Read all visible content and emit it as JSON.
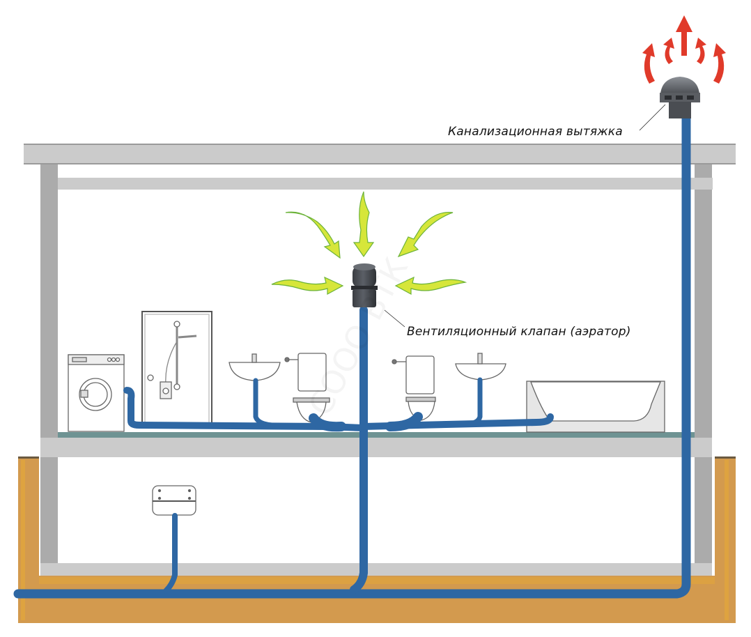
{
  "diagram": {
    "title": "Sewer ventilation scheme",
    "labels": {
      "roof_exhaust": "Канализационная вытяжка",
      "air_admittance_valve": "Вентиляционный клапан (аэратор)"
    },
    "watermark": "СООО ВТК",
    "colors": {
      "pipe": "#2e67a3",
      "structure": "#cbcbcb",
      "structure_dark": "#a9a9a9",
      "ground": "#d39a4e",
      "ground_edge": "#e0a33a",
      "floor_strip": "#6e9393",
      "inflow_arrow": "#d6e63a",
      "inflow_arrow_edge": "#6cb33a",
      "outflow_arrow": "#e03a2a",
      "valve_body": "#4a4d52"
    },
    "fixtures": [
      "washing-machine",
      "shower-cabin",
      "washbasin-left",
      "toilet-left",
      "toilet-right",
      "washbasin-right",
      "bathtub",
      "basement-washbasin"
    ],
    "flows": {
      "inflow_arrows": 5,
      "outflow_arrows": 5
    }
  }
}
